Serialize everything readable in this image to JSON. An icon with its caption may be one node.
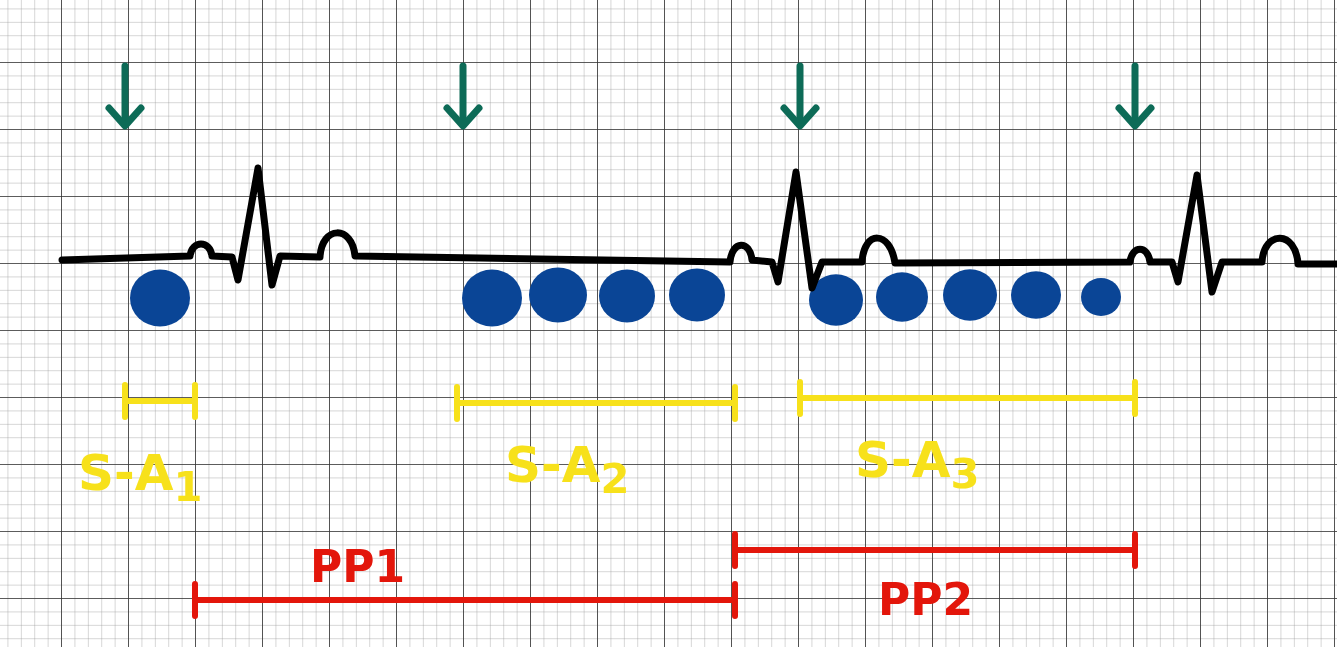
{
  "diagram": {
    "labels": [
      "S-A$_{1}$",
      "S-A$_{2}$",
      "S-A$_{3}$",
      "PP1",
      "PP2"
    ]
  }
}
